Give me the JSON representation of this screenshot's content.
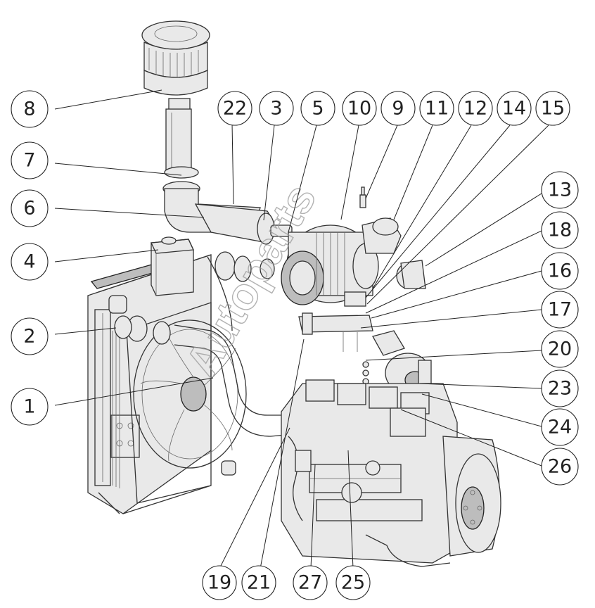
{
  "watermark": "Autoparts",
  "callouts": [
    {
      "label": "8"
    },
    {
      "label": "22"
    },
    {
      "label": "3"
    },
    {
      "label": "5"
    },
    {
      "label": "10"
    },
    {
      "label": "9"
    },
    {
      "label": "11"
    },
    {
      "label": "12"
    },
    {
      "label": "14"
    },
    {
      "label": "15"
    },
    {
      "label": "7"
    },
    {
      "label": "13"
    },
    {
      "label": "6"
    },
    {
      "label": "18"
    },
    {
      "label": "4"
    },
    {
      "label": "16"
    },
    {
      "label": "17"
    },
    {
      "label": "2"
    },
    {
      "label": "20"
    },
    {
      "label": "23"
    },
    {
      "label": "1"
    },
    {
      "label": "24"
    },
    {
      "label": "26"
    },
    {
      "label": "19"
    },
    {
      "label": "21"
    },
    {
      "label": "27"
    },
    {
      "label": "25"
    }
  ]
}
